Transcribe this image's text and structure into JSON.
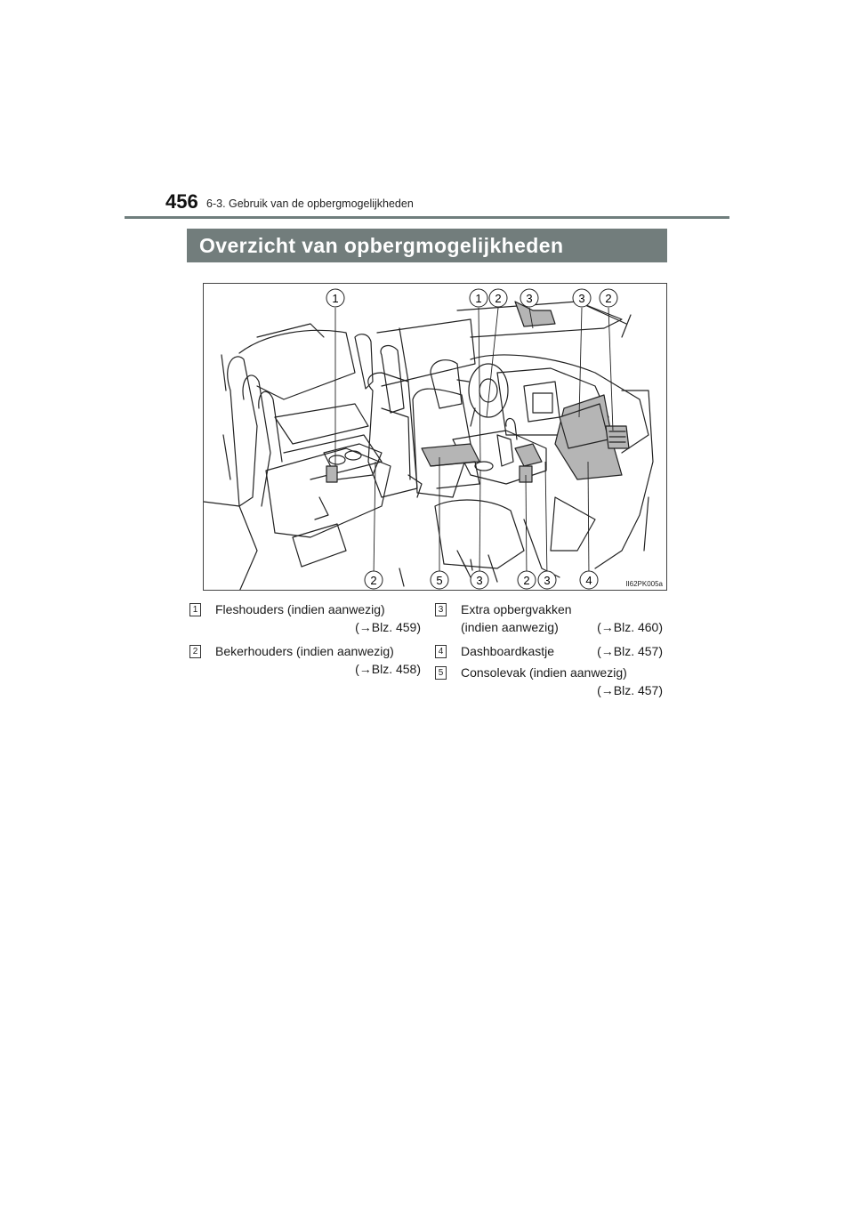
{
  "header": {
    "page_number": "456",
    "chapter": "6-3. Gebruik van de opbergmogelijkheden"
  },
  "section": {
    "title": "Overzicht van opbergmogelijkheden"
  },
  "figure": {
    "code": "II62PK005a",
    "top_labels": [
      "1",
      "1",
      "2",
      "3",
      "3",
      "2"
    ],
    "bottom_labels": [
      "2",
      "5",
      "3",
      "2",
      "3",
      "4"
    ]
  },
  "legend": {
    "item1": {
      "num": "1",
      "label": "Fleshouders (indien aanwezig)",
      "ref": "(→Blz. 459)"
    },
    "item2": {
      "num": "2",
      "label": "Bekerhouders (indien aanwezig)",
      "ref": "(→Blz. 458)"
    },
    "item3": {
      "num": "3",
      "label": "Extra opbergvakken",
      "label2": "(indien aanwezig)",
      "ref": "(→Blz. 460)"
    },
    "item4": {
      "num": "4",
      "label": "Dashboardkastje",
      "ref": "(→Blz. 457)"
    },
    "item5": {
      "num": "5",
      "label": "Consolevak (indien aanwezig)",
      "ref": "(→Blz. 457)"
    }
  },
  "colors": {
    "banner": "#727d7c",
    "rule": "#6f7e7d",
    "highlight": "#b5b5b5"
  }
}
